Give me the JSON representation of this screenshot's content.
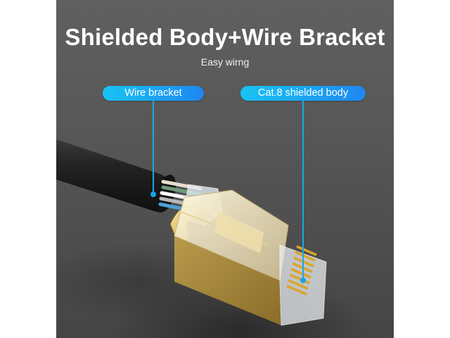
{
  "header": {
    "title": "Shielded Body+Wire Bracket",
    "subtitle": "Easy wirng"
  },
  "callouts": [
    {
      "label": "Wire bracket",
      "target": "wire-bracket"
    },
    {
      "label": "Cat.8 shielded body",
      "target": "shielded-body"
    }
  ],
  "colors": {
    "background": "#585858",
    "callout_start": "#19c3f3",
    "callout_end": "#1f86f0",
    "leader_line": "#1aa8e8",
    "gold": "#c9a64a"
  }
}
